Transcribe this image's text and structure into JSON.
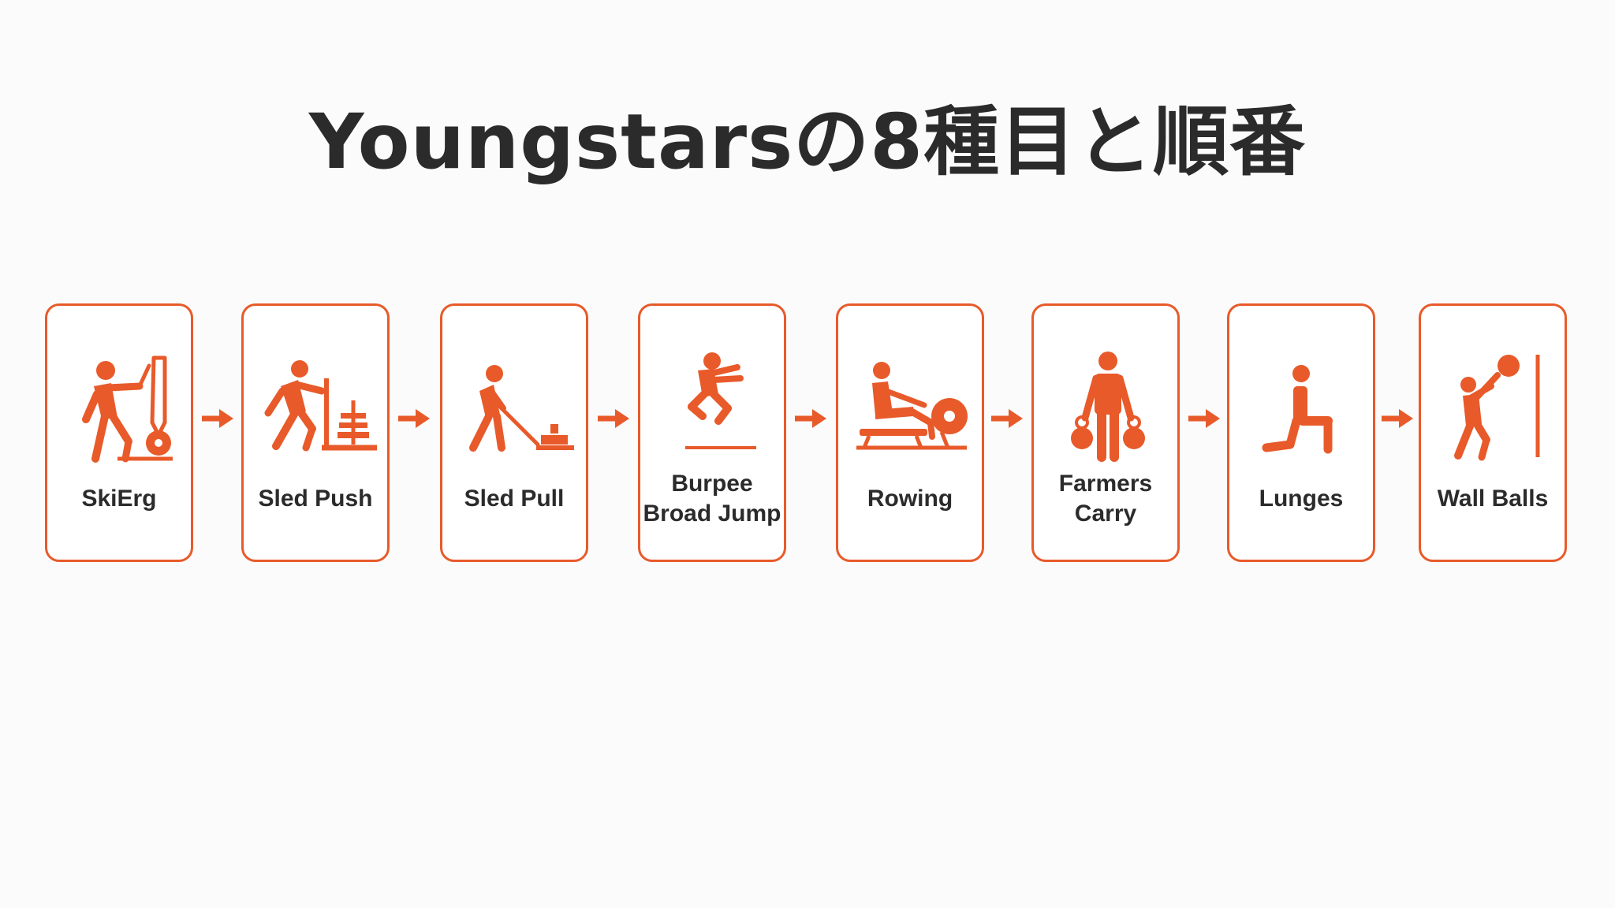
{
  "title": "Youngstarsの8種目と順番",
  "accent_color": "#e85a2a",
  "steps": [
    {
      "label": "SkiErg",
      "icon": "skierg-icon"
    },
    {
      "label": "Sled Push",
      "icon": "sled-push-icon"
    },
    {
      "label": "Sled Pull",
      "icon": "sled-pull-icon"
    },
    {
      "label": "Burpee\nBroad Jump",
      "icon": "burpee-broad-jump-icon"
    },
    {
      "label": "Rowing",
      "icon": "rowing-icon"
    },
    {
      "label": "Farmers Carry",
      "icon": "farmers-carry-icon"
    },
    {
      "label": "Lunges",
      "icon": "lunges-icon"
    },
    {
      "label": "Wall Balls",
      "icon": "wall-balls-icon"
    }
  ]
}
